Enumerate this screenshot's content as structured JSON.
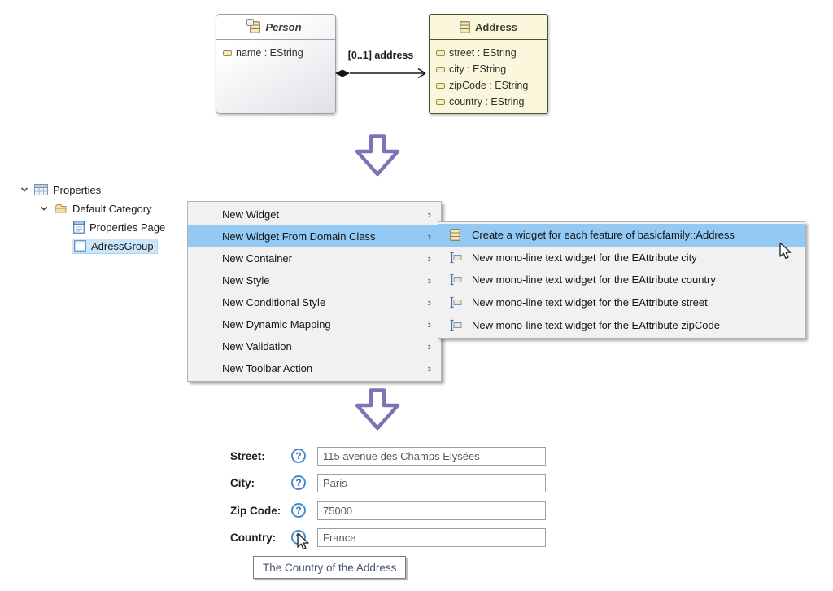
{
  "diagram": {
    "person": {
      "title": "Person",
      "attributes": [
        "name : EString"
      ]
    },
    "address": {
      "title": "Address",
      "attributes": [
        "street : EString",
        "city : EString",
        "zipCode : EString",
        "country : EString"
      ]
    },
    "association_label": "[0..1] address"
  },
  "tree": {
    "items": [
      {
        "label": "Properties",
        "icon": "table-icon",
        "expanded": true
      },
      {
        "label": "Default Category",
        "icon": "category-icon",
        "expanded": true
      },
      {
        "label": "Properties Page",
        "icon": "page-icon"
      },
      {
        "label": "AdressGroup",
        "icon": "group-icon",
        "selected": true
      }
    ]
  },
  "context_menu": {
    "submenu_arrow": "›",
    "items": [
      {
        "label": "New Widget"
      },
      {
        "label": "New Widget From Domain Class",
        "highlighted": true
      },
      {
        "label": "New Container"
      },
      {
        "label": "New Style"
      },
      {
        "label": "New Conditional Style"
      },
      {
        "label": "New Dynamic Mapping"
      },
      {
        "label": "New Validation"
      },
      {
        "label": "New Toolbar Action"
      }
    ]
  },
  "submenu": {
    "items": [
      {
        "label": "Create a widget for each feature of basicfamily::Address",
        "icon": "class-icon",
        "highlighted": true
      },
      {
        "label": "New mono-line text widget for the EAttribute city",
        "icon": "text-widget-icon"
      },
      {
        "label": "New mono-line text widget for the EAttribute country",
        "icon": "text-widget-icon"
      },
      {
        "label": "New mono-line text widget for the EAttribute street",
        "icon": "text-widget-icon"
      },
      {
        "label": "New mono-line text widget for the EAttribute zipCode",
        "icon": "text-widget-icon"
      }
    ]
  },
  "form": {
    "help_glyph": "?",
    "fields": [
      {
        "label": "Street:",
        "value": "115 avenue des Champs Elysées"
      },
      {
        "label": "City:",
        "value": "Paris"
      },
      {
        "label": "Zip Code:",
        "value": "75000"
      },
      {
        "label": "Country:",
        "value": "France"
      }
    ],
    "tooltip": "The Country of the Address"
  },
  "colors": {
    "menu_highlight": "#93c9f2",
    "tree_selection": "#cbe6fa",
    "address_box_bg": "#fbf7dc",
    "arrow_purple": "#7b74b6",
    "help_blue": "#2f74b8"
  }
}
